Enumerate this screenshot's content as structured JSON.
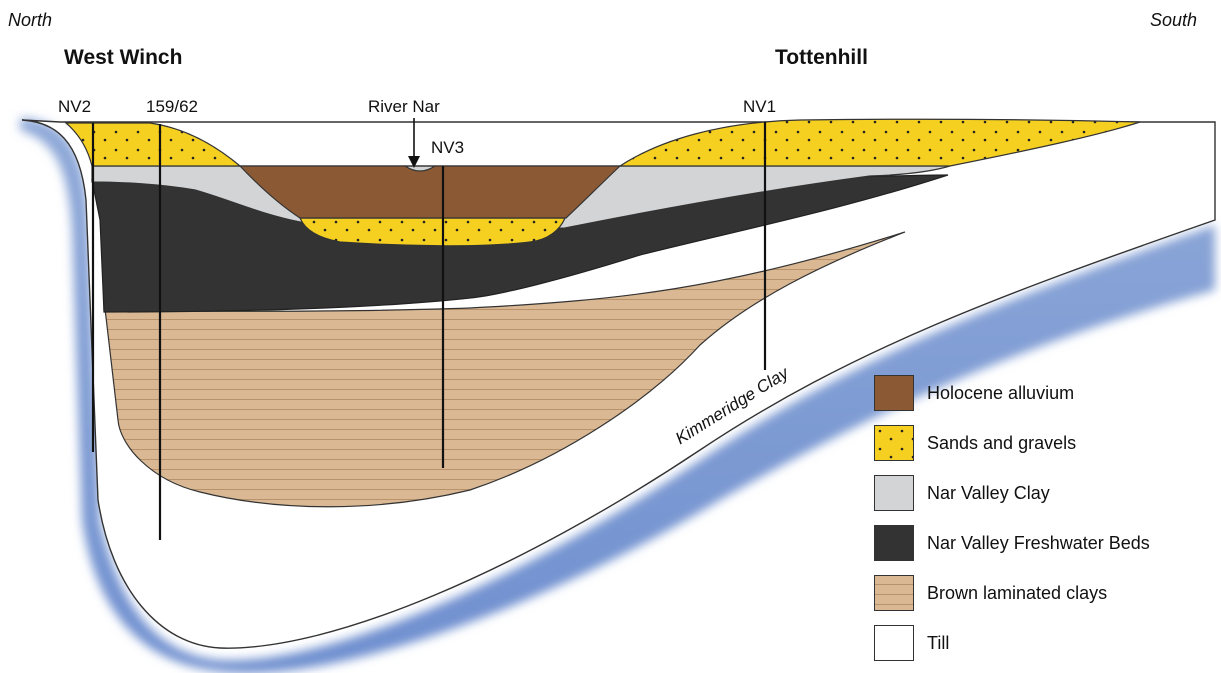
{
  "directions": {
    "left": "North",
    "right": "South"
  },
  "places": {
    "west": "West Winch",
    "east": "Tottenhill"
  },
  "boreholes": {
    "nv2": "NV2",
    "b159": "159/62",
    "river": "River Nar",
    "nv3": "NV3",
    "nv1": "NV1"
  },
  "bedrock_label": "Kimmeridge Clay",
  "legend": [
    {
      "label": "Holocene alluvium",
      "color": "#8b5a35"
    },
    {
      "label": "Sands and gravels",
      "color": "#f5d020"
    },
    {
      "label": "Nar Valley Clay",
      "color": "#d2d4d6"
    },
    {
      "label": "Nar Valley Freshwater Beds",
      "color": "#333333"
    },
    {
      "label": "Brown laminated clays",
      "color": "#d9b893"
    },
    {
      "label": "Till",
      "color": "#ffffff"
    }
  ]
}
